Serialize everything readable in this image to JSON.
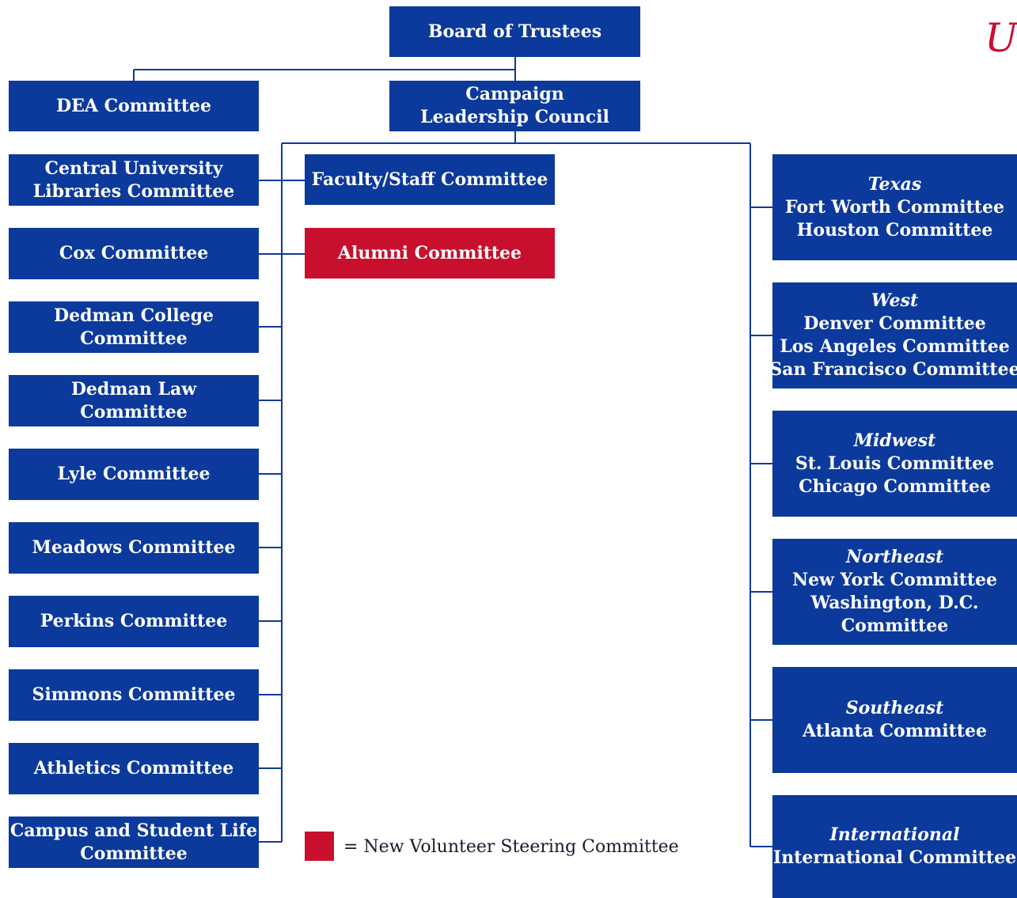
{
  "nodes": {
    "board": "Board of Trustees",
    "dea": "DEA Committee",
    "campaign": [
      "Campaign",
      "Leadership Council"
    ],
    "faculty": "Faculty/Staff Committee",
    "alumni": "Alumni Committee",
    "left_column": [
      [
        "Central University",
        "Libraries Committee"
      ],
      [
        "Cox Committee"
      ],
      [
        "Dedman College",
        "Committee"
      ],
      [
        "Dedman Law",
        "Committee"
      ],
      [
        "Lyle Committee"
      ],
      [
        "Meadows Committee"
      ],
      [
        "Perkins Committee"
      ],
      [
        "Simmons Committee"
      ],
      [
        "Athletics Committee"
      ],
      [
        "Campus and Student Life",
        "Committee"
      ]
    ],
    "regions": [
      {
        "name": "Texas",
        "committees": [
          "Fort Worth Committee",
          "Houston Committee"
        ]
      },
      {
        "name": "West",
        "committees": [
          "Denver Committee",
          "Los Angeles Committee",
          "San Francisco Committee"
        ]
      },
      {
        "name": "Midwest",
        "committees": [
          "St. Louis Committee",
          "Chicago Committee"
        ]
      },
      {
        "name": "Northeast",
        "committees": [
          "New York Committee",
          "Washington, D.C.",
          "Committee"
        ]
      },
      {
        "name": "Southeast",
        "committees": [
          "Atlanta Committee"
        ]
      },
      {
        "name": "International",
        "committees": [
          "International Committee"
        ]
      }
    ]
  },
  "legend": {
    "text": "= New Volunteer Steering Committee"
  },
  "corner_mark": "U",
  "colors": {
    "committee_blue": "#0b3a9c",
    "new_committee_red": "#c8102e",
    "connector": "#0b3a9c"
  }
}
